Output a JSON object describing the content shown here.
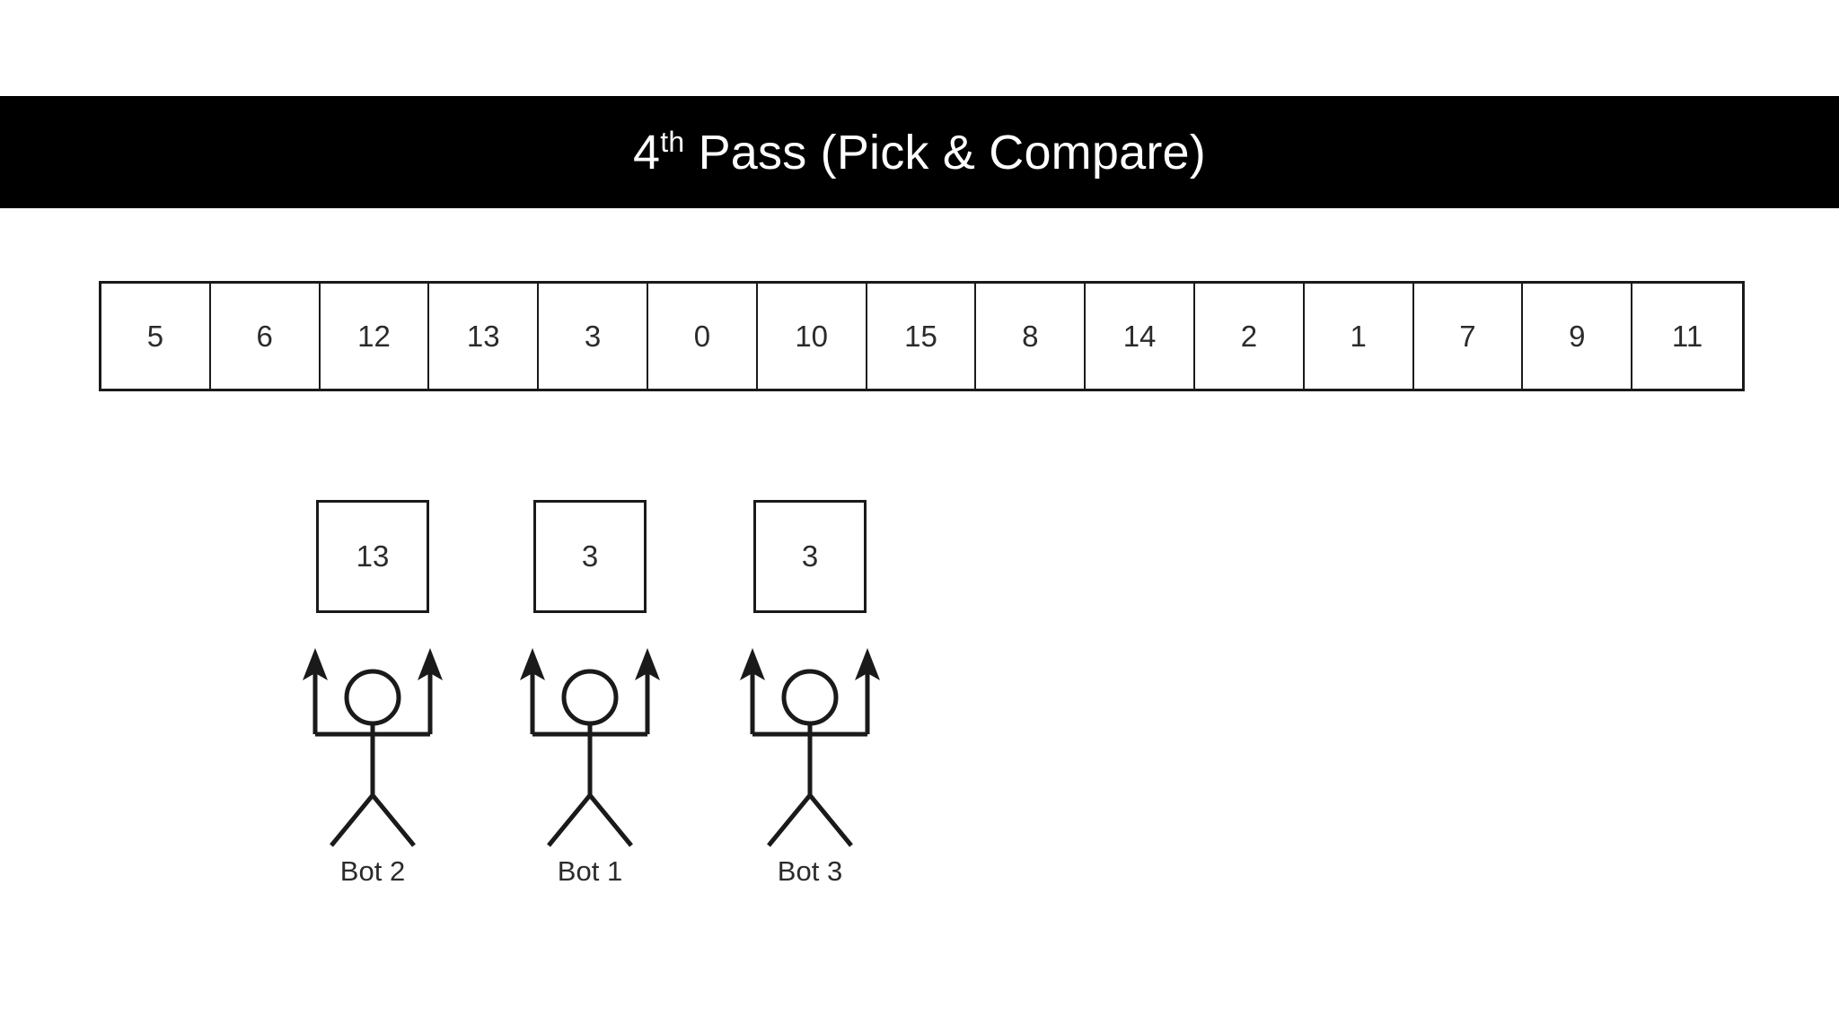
{
  "title": {
    "ordinal_number": "4",
    "ordinal_suffix": "th",
    "rest": " Pass (Pick & Compare)",
    "full": "4th Pass (Pick & Compare)",
    "background_color": "#000000",
    "text_color": "#ffffff"
  },
  "array": {
    "label": "data-array",
    "cells": [
      {
        "value": "5"
      },
      {
        "value": "6"
      },
      {
        "value": "12"
      },
      {
        "value": "13"
      },
      {
        "value": "3"
      },
      {
        "value": "0"
      },
      {
        "value": "10"
      },
      {
        "value": "15"
      },
      {
        "value": "8"
      },
      {
        "value": "14"
      },
      {
        "value": "2"
      },
      {
        "value": "1"
      },
      {
        "value": "7"
      },
      {
        "value": "9"
      },
      {
        "value": "11"
      }
    ],
    "border_color": "#1a1a1a",
    "cell_background": "#ffffff"
  },
  "bots": [
    {
      "label": "Bot 2",
      "held_value": "13",
      "icon": "stick-figure-icon"
    },
    {
      "label": "Bot 1",
      "held_value": "3",
      "icon": "stick-figure-icon"
    },
    {
      "label": "Bot 3",
      "held_value": "3",
      "icon": "stick-figure-icon"
    }
  ],
  "colors": {
    "ink": "#1a1a1a",
    "text": "#2b2b2b",
    "page_background": "#ffffff"
  }
}
